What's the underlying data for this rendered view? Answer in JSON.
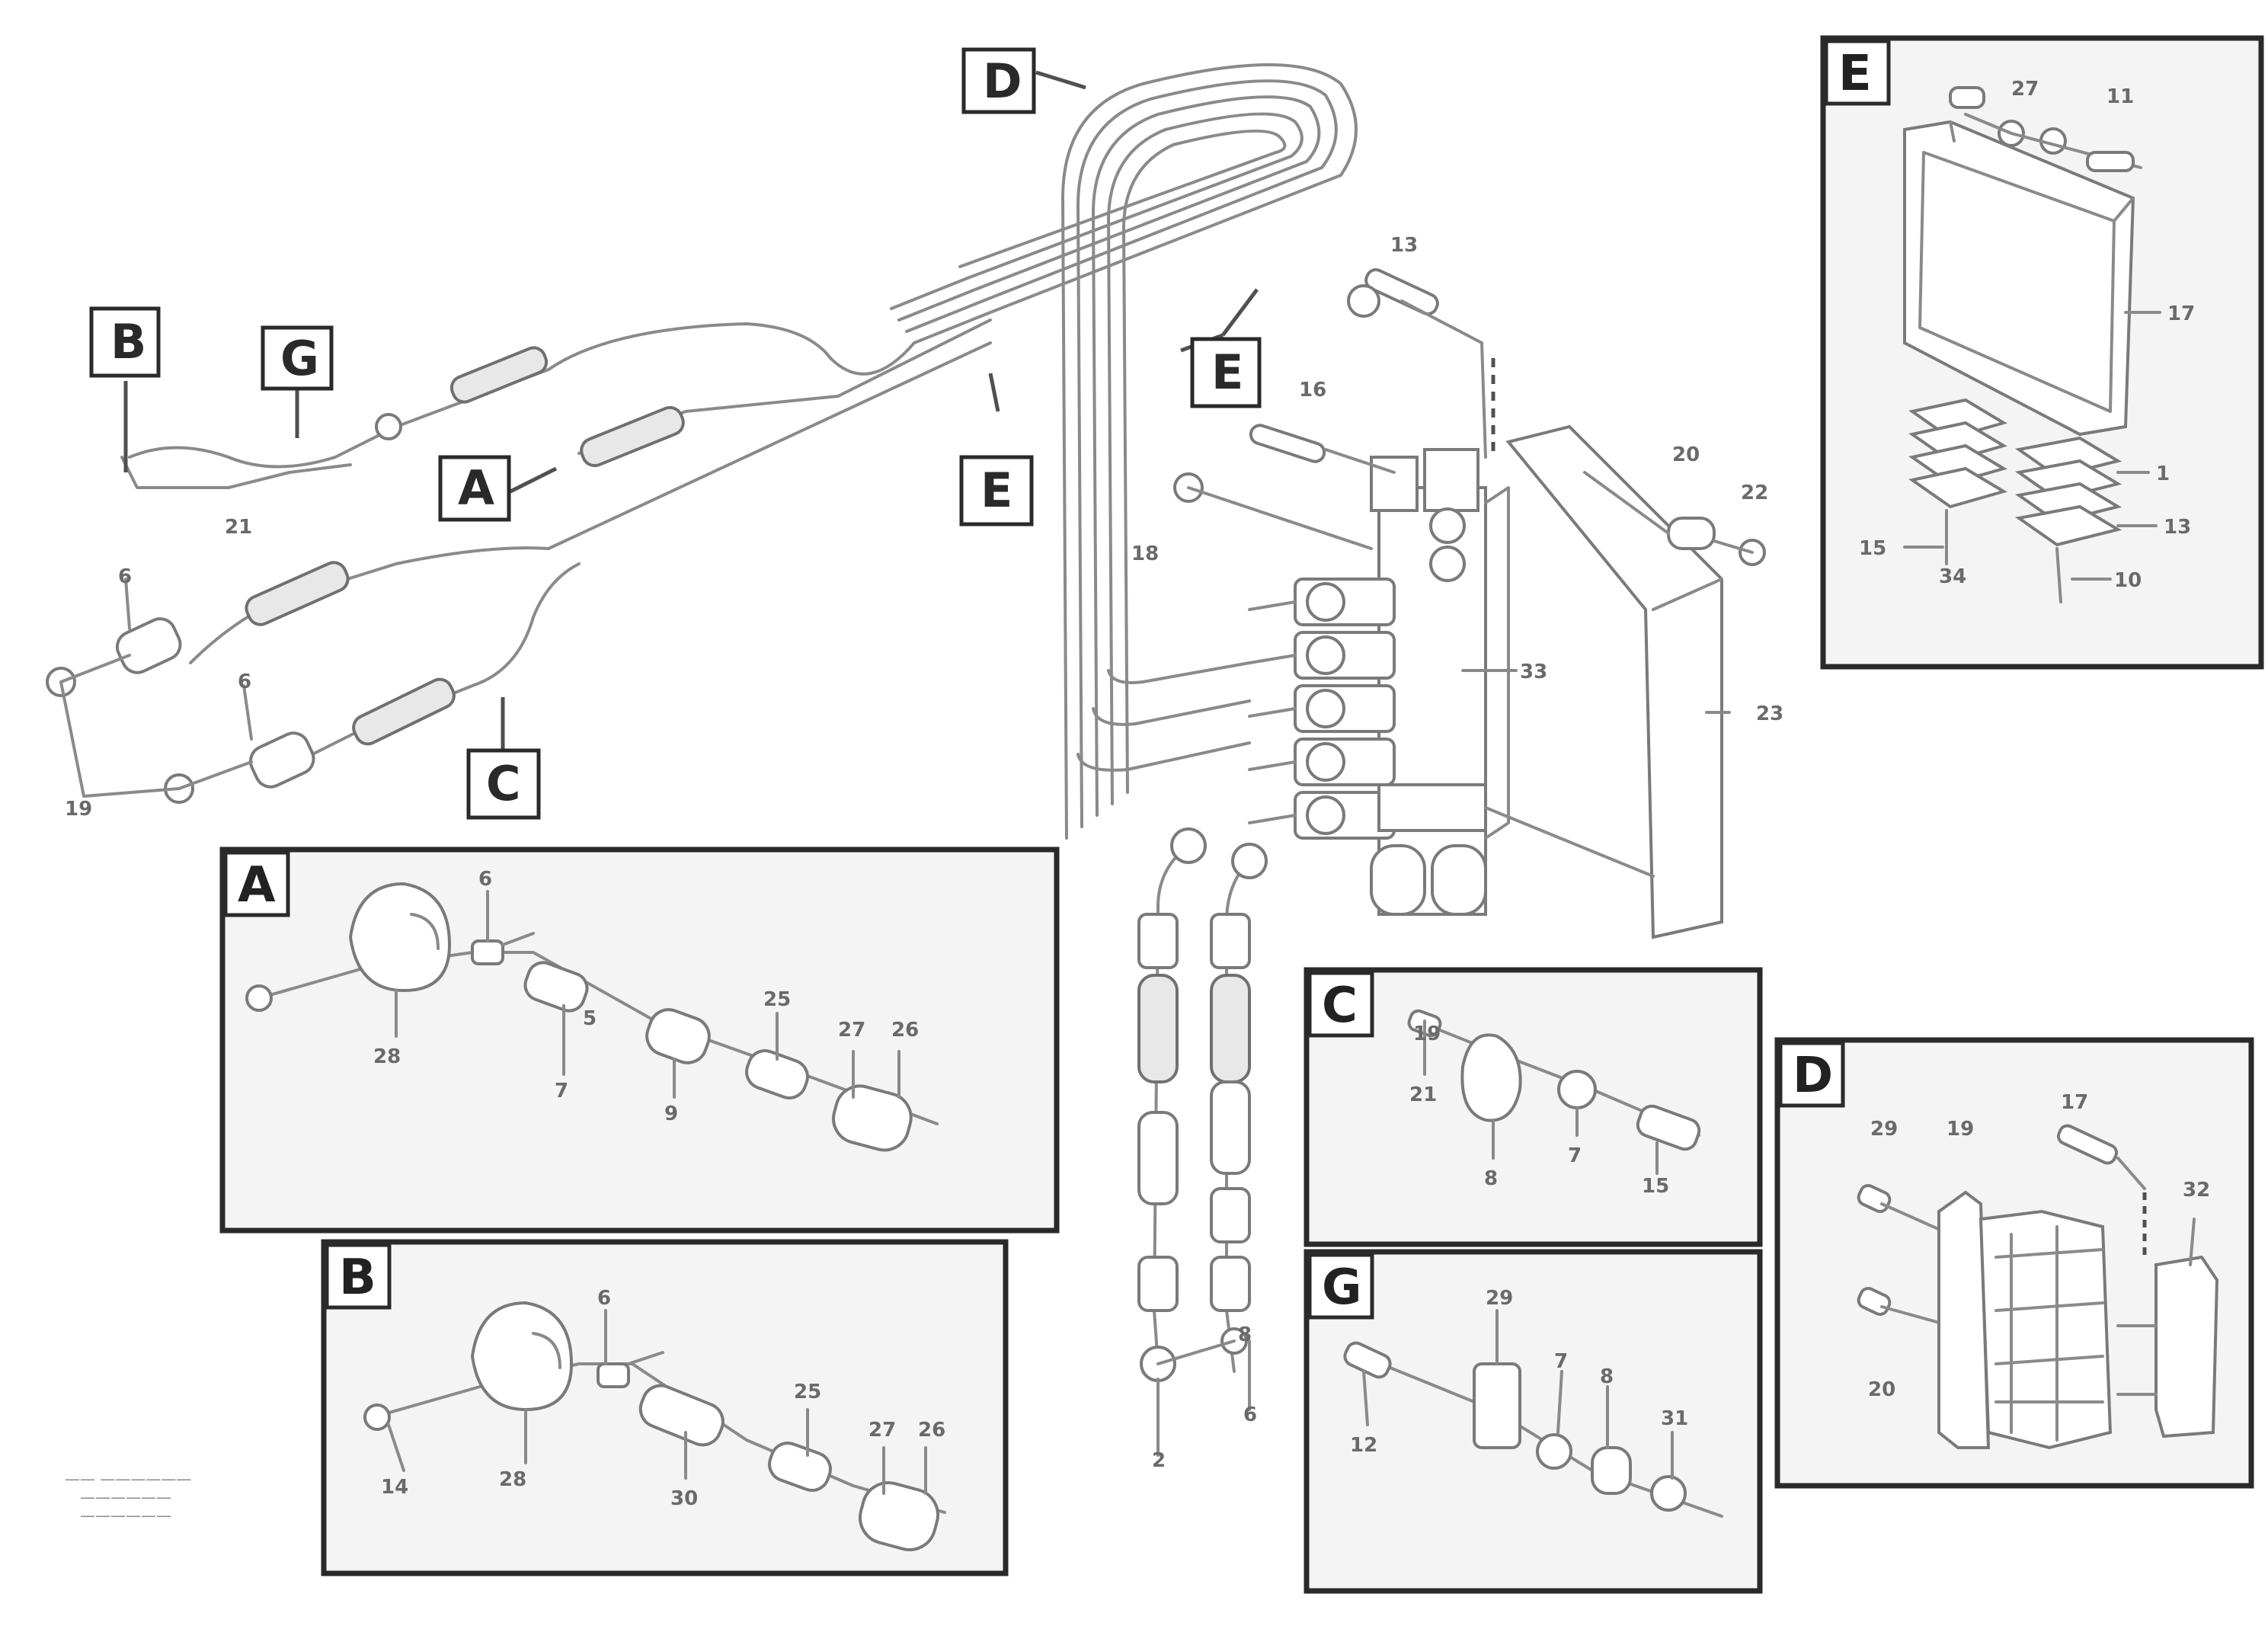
{
  "callouts": [
    {
      "id": "D",
      "text": "D"
    },
    {
      "id": "B",
      "text": "B"
    },
    {
      "id": "G",
      "text": "G"
    },
    {
      "id": "A",
      "text": "A"
    },
    {
      "id": "E1",
      "text": "E"
    },
    {
      "id": "E2",
      "text": "E"
    },
    {
      "id": "C",
      "text": "C"
    }
  ],
  "panels": [
    {
      "id": "A",
      "label": "A"
    },
    {
      "id": "B",
      "label": "B"
    },
    {
      "id": "C",
      "label": "C"
    },
    {
      "id": "G",
      "label": "G"
    },
    {
      "id": "D",
      "label": "D"
    },
    {
      "id": "E",
      "label": "E"
    }
  ],
  "part_numbers": {
    "main_21": "21",
    "main_6a": "6",
    "main_6b": "6",
    "main_19": "19",
    "main_13": "13",
    "main_16": "16",
    "main_18": "18",
    "main_20": "20",
    "main_22": "22",
    "main_33": "33",
    "main_23": "23",
    "main_2": "2",
    "main_8": "8",
    "main_6c": "6",
    "a_6": "6",
    "a_28": "28",
    "a_5": "5",
    "a_7": "7",
    "a_9": "9",
    "a_25": "25",
    "a_27": "27",
    "a_26": "26",
    "b_6": "6",
    "b_14": "14",
    "b_28": "28",
    "b_30": "30",
    "b_25": "25",
    "b_27": "27",
    "b_26": "26",
    "c_19": "19",
    "c_21": "21",
    "c_8": "8",
    "c_7": "7",
    "c_15": "15",
    "g_29": "29",
    "g_12": "12",
    "g_7": "7",
    "g_8": "8",
    "g_31": "31",
    "d_29": "29",
    "d_19": "19",
    "d_17": "17",
    "d_32": "32",
    "d_20": "20",
    "e_27": "27",
    "e_11": "11",
    "e_17": "17",
    "e_1": "1",
    "e_13": "13",
    "e_15": "15",
    "e_34": "34",
    "e_10": "10"
  },
  "reference": {
    "line1": "—— ——————",
    "line2": "——————",
    "line3": "——————"
  }
}
